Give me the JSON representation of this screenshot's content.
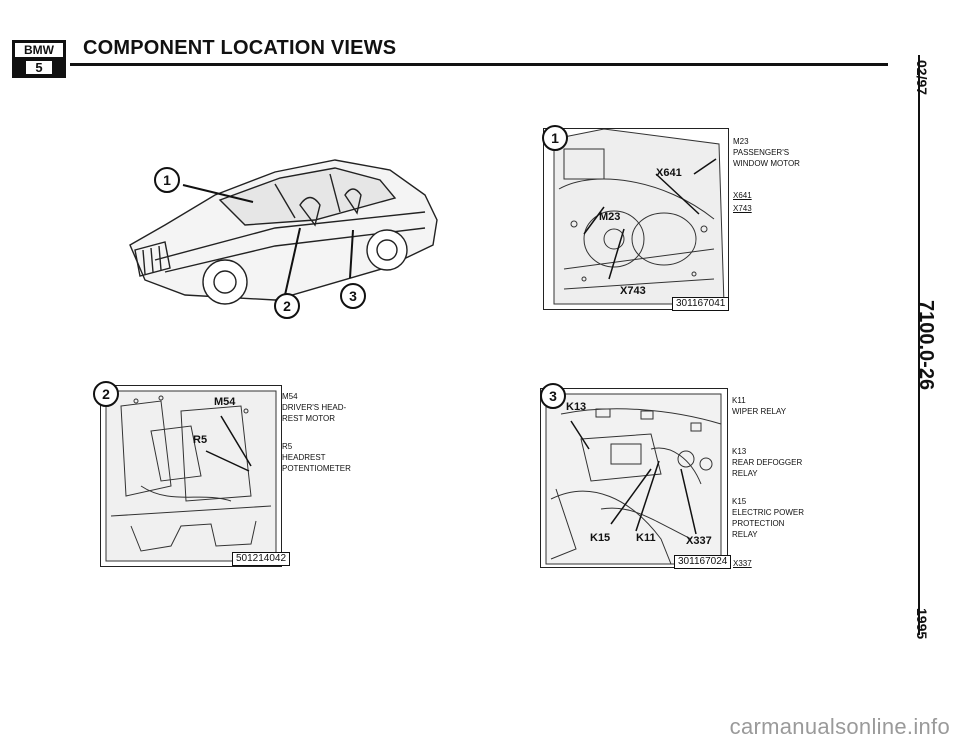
{
  "header": {
    "logo_text": "BMW",
    "logo_series": "5",
    "title": "COMPONENT LOCATION VIEWS"
  },
  "side": {
    "date": "02/97",
    "section": "7100.0-26",
    "year": "1995"
  },
  "overview": {
    "callouts": [
      "1",
      "2",
      "3"
    ]
  },
  "views": [
    {
      "callout": "1",
      "figure_id": "301167041",
      "tags": [
        "X641",
        "M23",
        "X743"
      ],
      "labels": [
        {
          "code": "M23",
          "lines": [
            "PASSENGER'S",
            "WINDOW MOTOR"
          ]
        }
      ],
      "codes": [
        "X641",
        "X743"
      ]
    },
    {
      "callout": "2",
      "figure_id": "501214042",
      "tags": [
        "M54",
        "R5"
      ],
      "labels": [
        {
          "code": "M54",
          "lines": [
            "DRIVER'S HEAD-",
            "REST MOTOR"
          ]
        },
        {
          "code": "R5",
          "lines": [
            "HEADREST",
            "POTENTIOMETER"
          ]
        }
      ]
    },
    {
      "callout": "3",
      "figure_id": "301167024",
      "tags": [
        "K13",
        "K15",
        "K11",
        "X337"
      ],
      "labels": [
        {
          "code": "K11",
          "lines": [
            "WIPER RELAY"
          ]
        },
        {
          "code": "K13",
          "lines": [
            "REAR DEFOGGER",
            "RELAY"
          ]
        },
        {
          "code": "K15",
          "lines": [
            "ELECTRIC POWER",
            "PROTECTION",
            "RELAY"
          ]
        }
      ],
      "codes": [
        "X337"
      ]
    }
  ],
  "watermark": "carmanualsonline.info"
}
